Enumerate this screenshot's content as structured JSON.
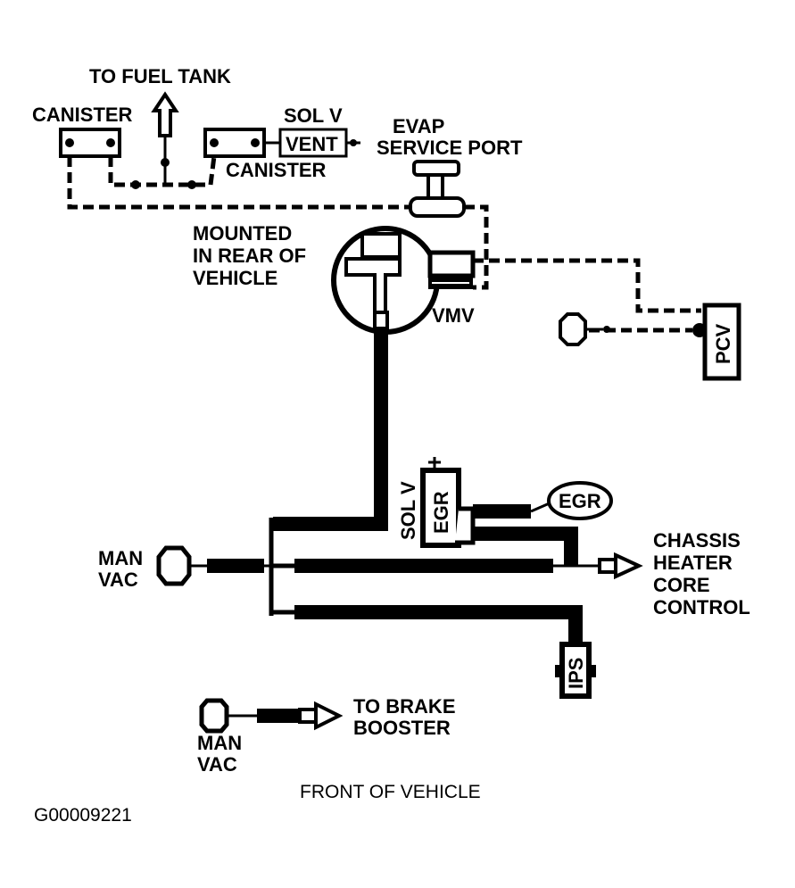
{
  "diagram": {
    "title": "Vacuum hose routing diagram",
    "figure_id": "G00009221",
    "orientation_label": "FRONT OF VEHICLE",
    "labels": {
      "to_fuel_tank": "TO FUEL TANK",
      "canister_left": "CANISTER",
      "canister_right": "CANISTER",
      "sol_v_vent_top": "SOL V",
      "vent": "VENT",
      "evap_line1": "EVAP",
      "evap_line2": "SERVICE PORT",
      "mounted_line1": "MOUNTED",
      "mounted_line2": "IN REAR OF",
      "mounted_line3": "VEHICLE",
      "vmv": "VMV",
      "pcv": "PCV",
      "sol_v_egr": "SOL V",
      "egr_solenoid": "EGR",
      "egr_valve": "EGR",
      "man_vac_line1": "MAN",
      "man_vac_line2": "VAC",
      "chassis_line1": "CHASSIS",
      "chassis_line2": "HEATER",
      "chassis_line3": "CORE",
      "chassis_line4": "CONTROL",
      "ips": "IPS",
      "man_vac2_line1": "MAN",
      "man_vac2_line2": "VAC",
      "brake_line1": "TO BRAKE",
      "brake_line2": "BOOSTER"
    }
  }
}
